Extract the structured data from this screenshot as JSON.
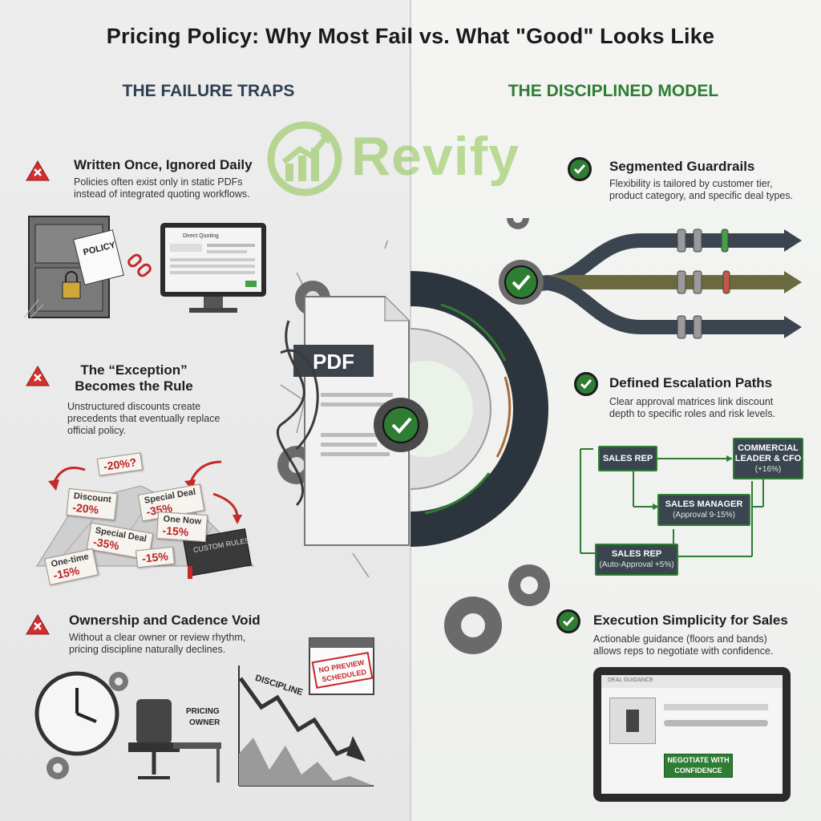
{
  "title": "Pricing Policy: Why Most Fail vs. What \"Good\" Looks Like",
  "left_header": "THE FAILURE TRAPS",
  "right_header": "THE DISCIPLINED MODEL",
  "watermark": "Revify",
  "failure_traps": [
    {
      "heading": "Written Once, Ignored Daily",
      "desc_lines": [
        "Policies often exist only in static PDFs",
        "instead of integrated quoting workflows."
      ]
    },
    {
      "heading_lines": [
        "The “Exception”",
        "Becomes the Rule"
      ],
      "desc_lines": [
        "Unstructured discounts create",
        "precedents that eventually replace",
        "official policy."
      ]
    },
    {
      "heading": "Ownership and Cadence Void",
      "desc_lines": [
        "Without a clear owner or review rhythm,",
        "pricing discipline naturally declines."
      ]
    }
  ],
  "disciplined_model": [
    {
      "heading": "Segmented Guardrails",
      "desc_lines": [
        "Flexibility is tailored by customer tier,",
        "product category, and specific deal types."
      ]
    },
    {
      "heading": "Defined Escalation Paths",
      "desc_lines": [
        "Clear approval matrices link discount",
        "depth to specific roles and risk levels."
      ]
    },
    {
      "heading": "Execution Simplicity for Sales",
      "desc_lines": [
        "Actionable guidance (floors and bands)",
        "allows reps to negotiate with confidence."
      ]
    }
  ],
  "illustration_labels": {
    "policy_paper": "POLICY",
    "monitor_title": "Direct Quoting",
    "pdf": "PDF",
    "stickers": [
      {
        "main": "-20%?"
      },
      {
        "sm": "Discount",
        "main": "-20%"
      },
      {
        "sm": "Special Deal",
        "main": "-35%"
      },
      {
        "sm": "One Now",
        "main": "-15%"
      },
      {
        "sm": "Special Deal",
        "main": "-35%"
      },
      {
        "main": "-15%"
      },
      {
        "sm": "One-time",
        "main": "-15%"
      }
    ],
    "book": "CUSTOM RULES",
    "calendar_stamp": [
      "NO PREVIEW",
      "SCHEDULED"
    ],
    "discipline": "DISCIPLINE",
    "pricing_owner": [
      "PRICING",
      "OWNER"
    ],
    "tablet_header": "DEAL GUIDANCE",
    "negotiate_button": [
      "NEGOTIATE WITH",
      "CONFIDENCE"
    ]
  },
  "escalation": {
    "sales_rep_top": "SALES REP",
    "commercial": [
      "COMMERCIAL",
      "LEADER & CFO",
      "(+16%)"
    ],
    "sales_manager": [
      "SALES MANAGER",
      "(Approval 9-15%)"
    ],
    "sales_rep_bottom": [
      "SALES REP",
      "(Auto-Approval +5%)"
    ]
  },
  "colors": {
    "accent_green": "#2e7d32",
    "warning_red": "#d32f2f",
    "dark_slate": "#3a4550"
  }
}
